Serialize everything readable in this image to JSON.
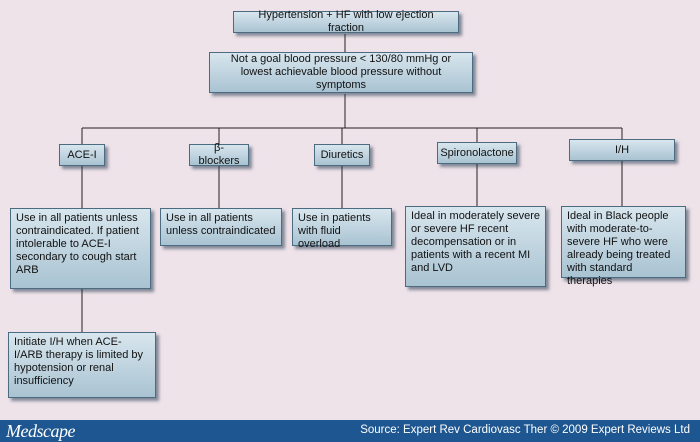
{
  "flowchart": {
    "top": "Hypertension + HF with low ejection fraction",
    "goal": "Not a goal blood pressure < 130/80 mmHg or lowest achievable blood pressure without symptoms",
    "drugs": {
      "acei": "ACE-I",
      "beta": "β-blockers",
      "diuretics": "Diuretics",
      "spiro": "Spironolactone",
      "ih": "I/H"
    },
    "details": {
      "acei": "Use in all patients unless contraindicated. If patient intolerable to ACE-I secondary to cough start ARB",
      "beta": "Use in all patients unless contraindicated",
      "diuretics": "Use in patients with fluid overload",
      "spiro": "Ideal in moderately severe or severe HF recent decompensation or in patients with a recent MI and LVD",
      "ih": "Ideal in Black people with moderate-to-severe HF who were already being treated with standard therapies",
      "acei_followup": "Initiate I/H when ACE-I/ARB therapy is limited by hypotension or renal insufficiency"
    }
  },
  "footer": {
    "logo": "Medscape",
    "source": "Source: Expert Rev Cardiovasc Ther © 2009 Expert Reviews Ltd"
  },
  "colors": {
    "background": "#efe3ea",
    "box_top": "#d8e6ee",
    "box_bottom": "#a9c3d2",
    "footer": "#1d5690"
  }
}
